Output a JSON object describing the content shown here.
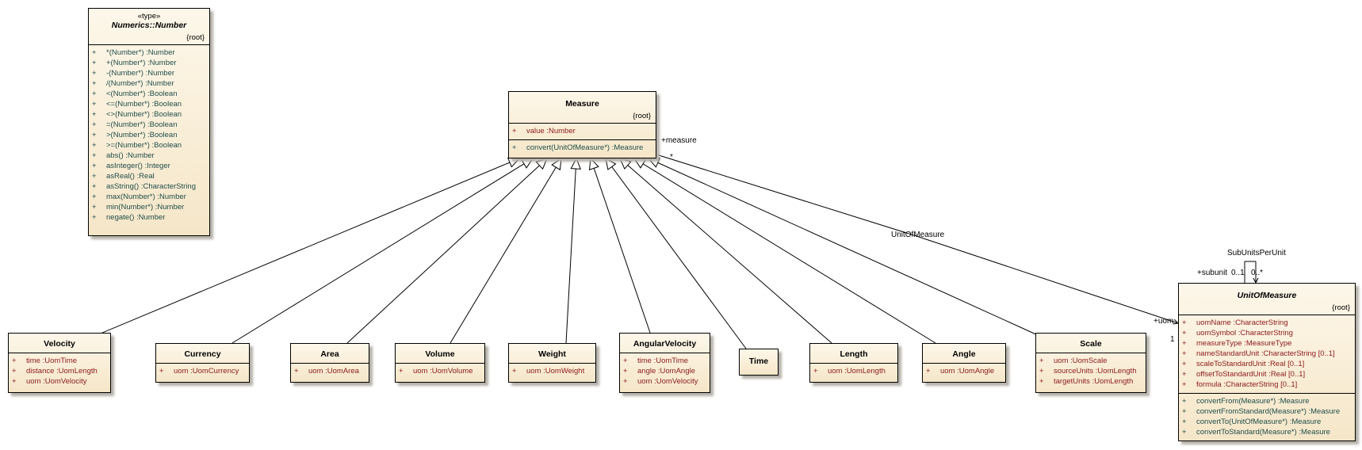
{
  "number_class": {
    "stereotype": "«type»",
    "name": "Numerics::Number",
    "tag": "{root}",
    "operations": [
      {
        "vis": "+",
        "text": "*(Number*)  :Number"
      },
      {
        "vis": "+",
        "text": "+(Number*)  :Number"
      },
      {
        "vis": "+",
        "text": "-(Number*)  :Number"
      },
      {
        "vis": "+",
        "text": "/(Number*)  :Number"
      },
      {
        "vis": "+",
        "text": "<(Number*)  :Boolean"
      },
      {
        "vis": "+",
        "text": "<=(Number*)  :Boolean"
      },
      {
        "vis": "+",
        "text": "<>(Number*)  :Boolean"
      },
      {
        "vis": "+",
        "text": "=(Number*)  :Boolean"
      },
      {
        "vis": "+",
        "text": ">(Number*)  :Boolean"
      },
      {
        "vis": "+",
        "text": ">=(Number*)  :Boolean"
      },
      {
        "vis": "+",
        "text": "abs()  :Number"
      },
      {
        "vis": "+",
        "text": "asInteger()  :Integer"
      },
      {
        "vis": "+",
        "text": "asReal()  :Real"
      },
      {
        "vis": "+",
        "text": "asString()  :CharacterString"
      },
      {
        "vis": "+",
        "text": "max(Number*)  :Number"
      },
      {
        "vis": "+",
        "text": "min(Number*)  :Number"
      },
      {
        "vis": "+",
        "text": "negate()  :Number"
      }
    ]
  },
  "measure_class": {
    "name": "Measure",
    "tag": "{root}",
    "attributes": [
      {
        "vis": "+",
        "text": "value  :Number"
      }
    ],
    "operations": [
      {
        "vis": "+",
        "text": "convert(UnitOfMeasure*)  :Measure"
      }
    ]
  },
  "uom_class": {
    "name": "UnitOfMeasure",
    "tag": "{root}",
    "attributes": [
      {
        "vis": "+",
        "text": "uomName  :CharacterString"
      },
      {
        "vis": "+",
        "text": "uomSymbol  :CharacterString"
      },
      {
        "vis": "+",
        "text": "measureType  :MeasureType"
      },
      {
        "vis": "+",
        "text": "nameStandardUnit  :CharacterString [0..1]"
      },
      {
        "vis": "+",
        "text": "scaleToStandardUnit  :Real [0..1]"
      },
      {
        "vis": "+",
        "text": "offsetToStandardUnit  :Real [0..1]"
      },
      {
        "vis": "+",
        "text": "formula  :CharacterString [0..1]"
      }
    ],
    "operations": [
      {
        "vis": "+",
        "text": "convertFrom(Measure*)  :Measure"
      },
      {
        "vis": "+",
        "text": "convertFromStandard(Measure*)  :Measure"
      },
      {
        "vis": "+",
        "text": "convertTo(UnitOfMeasure*)  :Measure"
      },
      {
        "vis": "+",
        "text": "convertToStandard(Measure*)  :Measure"
      }
    ]
  },
  "subclasses": [
    {
      "name": "Velocity",
      "attributes": [
        {
          "vis": "+",
          "text": "time  :UomTime"
        },
        {
          "vis": "+",
          "text": "distance  :UomLength"
        },
        {
          "vis": "+",
          "text": "uom  :UomVelocity"
        }
      ]
    },
    {
      "name": "Currency",
      "attributes": [
        {
          "vis": "+",
          "text": "uom  :UomCurrency"
        }
      ]
    },
    {
      "name": "Area",
      "attributes": [
        {
          "vis": "+",
          "text": "uom  :UomArea"
        }
      ]
    },
    {
      "name": "Volume",
      "attributes": [
        {
          "vis": "+",
          "text": "uom  :UomVolume"
        }
      ]
    },
    {
      "name": "Weight",
      "attributes": [
        {
          "vis": "+",
          "text": "uom  :UomWeight"
        }
      ]
    },
    {
      "name": "AngularVelocity",
      "attributes": [
        {
          "vis": "+",
          "text": "time  :UomTime"
        },
        {
          "vis": "+",
          "text": "angle  :UomAngle"
        },
        {
          "vis": "+",
          "text": "uom  :UomVelocity"
        }
      ]
    },
    {
      "name": "Time",
      "attributes": []
    },
    {
      "name": "Length",
      "attributes": [
        {
          "vis": "+",
          "text": "uom  :UomLength"
        }
      ]
    },
    {
      "name": "Angle",
      "attributes": [
        {
          "vis": "+",
          "text": "uom  :UomAngle"
        }
      ]
    },
    {
      "name": "Scale",
      "attributes": [
        {
          "vis": "+",
          "text": "uom  :UomScale"
        },
        {
          "vis": "+",
          "text": "sourceUnits  :UomLength"
        },
        {
          "vis": "+",
          "text": "targetUnits  :UomLength"
        }
      ]
    }
  ],
  "association": {
    "name": "UnitOfMeasure",
    "measure_role": "+measure",
    "measure_mult": "*",
    "uom_role": "+uom",
    "uom_mult": "1"
  },
  "self_association": {
    "name": "SubUnitsPerUnit",
    "role": "+subunit",
    "role_mult": "0..1",
    "other_mult": "0..*"
  }
}
